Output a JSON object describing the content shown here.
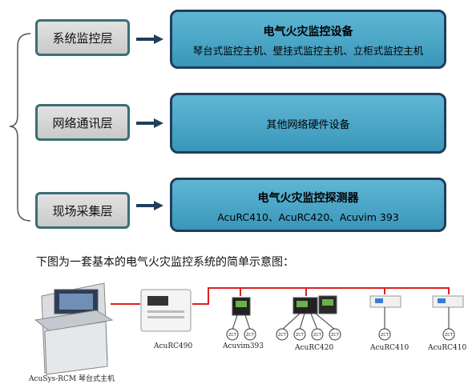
{
  "layers": [
    {
      "label": "系统监控层",
      "device_title": "电气火灾监控设备",
      "device_sub": "琴台式监控主机、壁挂式监控主机、立柜式监控主机"
    },
    {
      "label": "网络通讯层",
      "device_title": "",
      "device_sub": "其他网络硬件设备"
    },
    {
      "label": "现场采集层",
      "device_title": "电气火灾监控探测器",
      "device_sub": "AcuRC410、AcuRC420、Acuvim 393"
    }
  ],
  "caption": "下图为一套基本的电气火灾监控系统的简单示意图：",
  "devices": {
    "main_host": "AcuSys-RCM 琴台式主机",
    "acurc490": "AcuRC490",
    "acuvim393": "Acuvim393",
    "acurc420": "AcuRC420",
    "acurc410_a": "AcuRC410",
    "acurc410_b": "AcuRC410",
    "sensor_text": "ZCT"
  },
  "colors": {
    "wire": "#e02020",
    "box_blue": "#4aa6c8",
    "box_border": "#1f3e5a",
    "layer_border": "#3a6e78"
  }
}
